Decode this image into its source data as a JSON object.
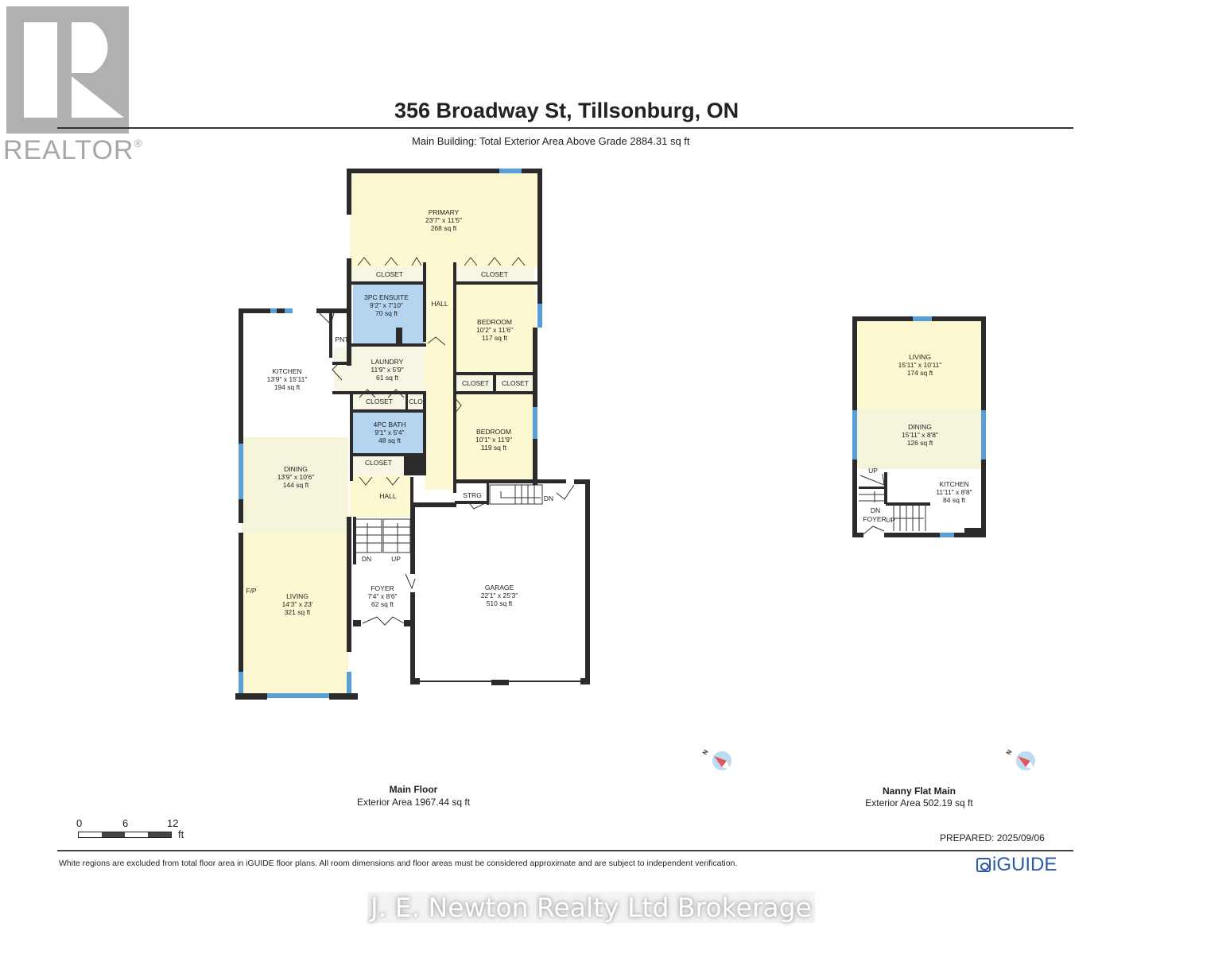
{
  "branding": {
    "realtor_word": "REALTOR",
    "realtor_mark": "®",
    "watermark": "J. E. Newton Realty Ltd Brokerage",
    "iguide_logo": "iGUIDE"
  },
  "header": {
    "title": "356 Broadway St, Tillsonburg, ON",
    "subtitle": "Main Building: Total Exterior Area Above Grade 2884.31 sq ft"
  },
  "colors": {
    "room_yellow": "#fbf8d2",
    "room_blue": "#b4d4f0",
    "room_white": "#ffffff",
    "wall": "#2b2b2b",
    "window": "#5a9ed6",
    "compass_red": "#e05a5a",
    "compass_blue": "#bcdcf2",
    "brand_blue": "#2a5aa8"
  },
  "main_floor": {
    "label": "Main Floor",
    "area": "Exterior Area 1967.44 sq ft",
    "rooms": [
      {
        "name": "PRIMARY",
        "dims": "23'7\" x 11'5\"",
        "area": "268 sq ft"
      },
      {
        "name": "CLOSET"
      },
      {
        "name": "CLOSET"
      },
      {
        "name": "3PC ENSUITE",
        "dims": "9'2\" x 7'10\"",
        "area": "70 sq ft"
      },
      {
        "name": "HALL"
      },
      {
        "name": "BEDROOM",
        "dims": "10'2\" x 11'6\"",
        "area": "117 sq ft"
      },
      {
        "name": "PNT"
      },
      {
        "name": "KITCHEN",
        "dims": "13'9\" x 15'11\"",
        "area": "194 sq ft"
      },
      {
        "name": "LAUNDRY",
        "dims": "11'9\" x 5'9\"",
        "area": "61 sq ft"
      },
      {
        "name": "CLOSET"
      },
      {
        "name": "CLO"
      },
      {
        "name": "CLOSET"
      },
      {
        "name": "CLOSET"
      },
      {
        "name": "4PC BATH",
        "dims": "9'1\" x 5'4\"",
        "area": "48 sq ft"
      },
      {
        "name": "BEDROOM",
        "dims": "10'1\" x 11'9\"",
        "area": "119 sq ft"
      },
      {
        "name": "DINING",
        "dims": "13'9\" x 10'6\"",
        "area": "144 sq ft"
      },
      {
        "name": "CLOSET"
      },
      {
        "name": "HALL"
      },
      {
        "name": "STRG"
      },
      {
        "name": "DN"
      },
      {
        "name": "DN"
      },
      {
        "name": "UP"
      },
      {
        "name": "F/P"
      },
      {
        "name": "LIVING",
        "dims": "14'3\" x 23'",
        "area": "321 sq ft"
      },
      {
        "name": "FOYER",
        "dims": "7'4\" x 8'6\"",
        "area": "62 sq ft"
      },
      {
        "name": "GARAGE",
        "dims": "22'1\" x 25'3\"",
        "area": "510 sq ft"
      }
    ]
  },
  "nanny_flat": {
    "label": "Nanny Flat Main",
    "area": "Exterior Area 502.19 sq ft",
    "rooms": [
      {
        "name": "LIVING",
        "dims": "15'11\" x 10'11\"",
        "area": "174 sq ft"
      },
      {
        "name": "DINING",
        "dims": "15'11\" x 8'8\"",
        "area": "126 sq ft"
      },
      {
        "name": "KITCHEN",
        "dims": "11'11\" x 8'8\"",
        "area": "84 sq ft"
      },
      {
        "name": "UP"
      },
      {
        "name": "DN"
      },
      {
        "name": "FOYER"
      },
      {
        "name": "UP"
      }
    ]
  },
  "compass": {
    "north_label": "N"
  },
  "scale_bar": {
    "ticks": [
      "0",
      "6",
      "12"
    ],
    "unit": "ft"
  },
  "footer": {
    "prepared": "PREPARED: 2025/09/06",
    "disclaimer": "White regions are excluded from total floor area in iGUIDE floor plans. All room dimensions and floor areas must be considered approximate and are subject to independent verification."
  }
}
